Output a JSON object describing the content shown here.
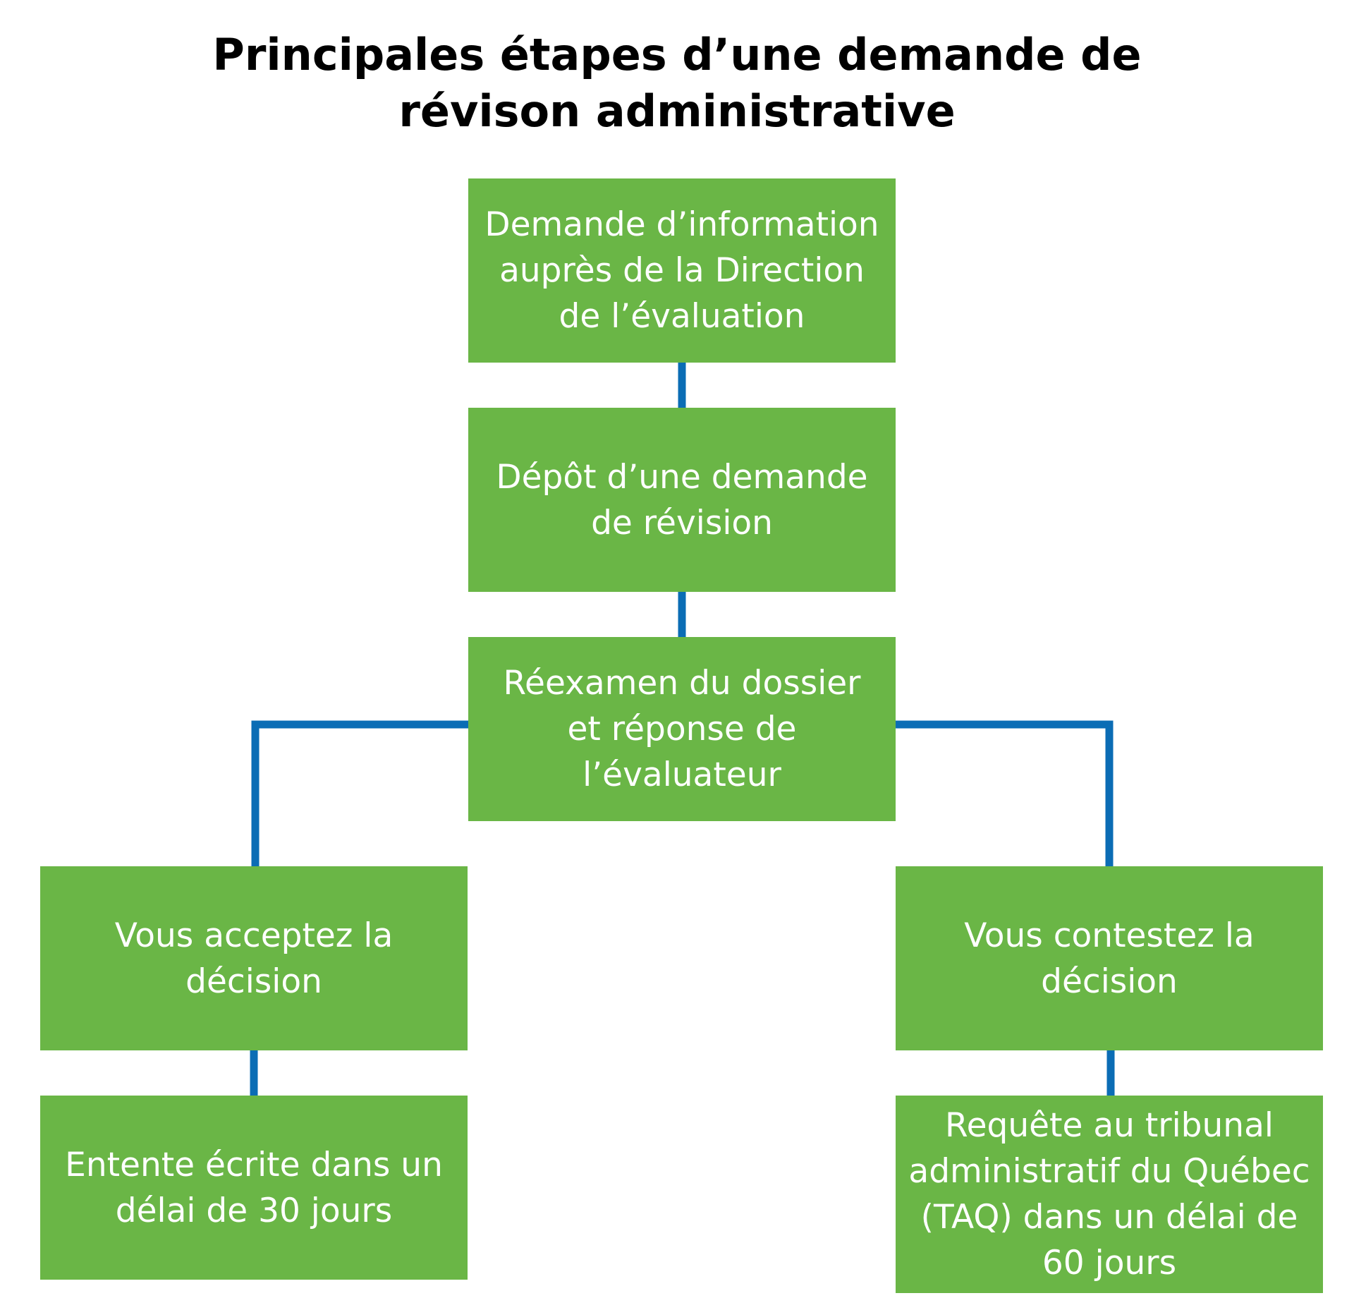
{
  "title": {
    "line1": "Principales étapes d’une demande de",
    "line2": "révison administrative"
  },
  "colors": {
    "box_fill": "#6ab646",
    "box_text": "#ffffff",
    "connector": "#0b6db5",
    "title_text": "#000000"
  },
  "steps": [
    {
      "text": "Demande d’information\nauprès de la Direction\nde l’évaluation"
    },
    {
      "text": "Dépôt d’une demande\nde révision"
    },
    {
      "text": "Réexamen du dossier\net réponse de\nl’évaluateur"
    },
    {
      "text": "Vous acceptez la\ndécision"
    },
    {
      "text": "Vous contestez la\ndécision"
    },
    {
      "text": "Entente écrite dans un\ndélai de 30 jours"
    },
    {
      "text": "Requête au tribunal\nadministratif du Québec\n(TAQ) dans un délai de\n60 jours"
    }
  ]
}
